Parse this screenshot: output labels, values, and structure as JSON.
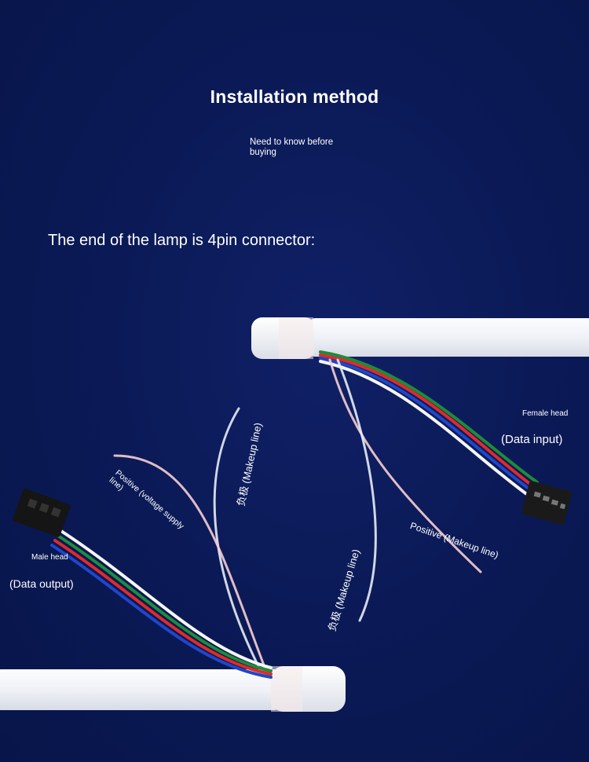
{
  "header": {
    "title": "Installation method",
    "subtitle": "Need to know before buying"
  },
  "section": {
    "heading": "The end of the lamp is 4pin connector:"
  },
  "connectors": {
    "female": {
      "label": "Female head",
      "role": "(Data input)"
    },
    "male": {
      "label": "Male head",
      "role": "(Data output)"
    }
  },
  "wire_labels": {
    "positive_supply": "Positive (voltage supply line)",
    "negative_makeup_1": "负极 (Makeup line)",
    "positive_makeup": "Positive (Makeup line)",
    "negative_makeup_2": "负极 (Makeup line)"
  },
  "colors": {
    "background": "#0b1a57",
    "tube": "#f3f4f8",
    "wire_red": "#e02a2a",
    "wire_green": "#1e8c3a",
    "wire_blue": "#1f47c9",
    "wire_white": "#f5f5f5"
  }
}
